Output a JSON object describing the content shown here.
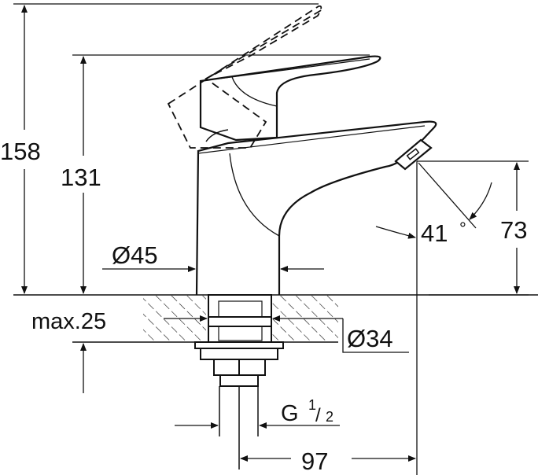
{
  "drawing": {
    "subject": "Basin tap technical dimension drawing",
    "units": "mm",
    "line_color": "#111111",
    "background": "#ffffff"
  },
  "dimensions": {
    "overall_height": "158",
    "spout_height": "131",
    "body_diameter": "Ø45",
    "max_deck_thickness": "max.25",
    "hole_diameter": "Ø34",
    "outlet_height": "73",
    "spray_angle": "41",
    "spray_angle_unit": "°",
    "connection_thread_g": "G",
    "connection_thread_num": "1",
    "connection_thread_den": "2",
    "spout_projection": "97"
  }
}
